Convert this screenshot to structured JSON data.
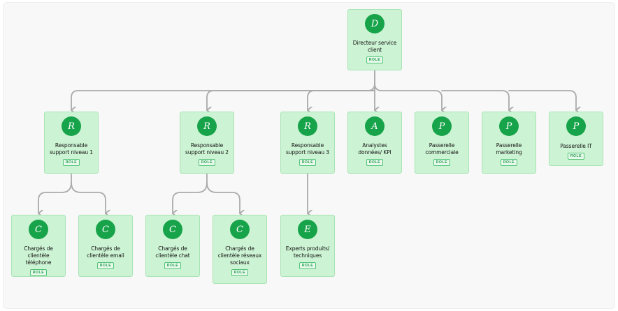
{
  "nodes": {
    "directeur": {
      "initial": "D",
      "name": "Directeur service client",
      "badge": "ROLE"
    },
    "resp1": {
      "initial": "R",
      "name": "Responsable support niveau 1",
      "badge": "ROLE"
    },
    "resp2": {
      "initial": "R",
      "name": "Responsable support niveau 2",
      "badge": "ROLE"
    },
    "resp3": {
      "initial": "R",
      "name": "Responsable support niveau 3",
      "badge": "ROLE"
    },
    "analystes": {
      "initial": "A",
      "name": "Analystes données/ KPI",
      "badge": "ROLE"
    },
    "pass_com": {
      "initial": "P",
      "name": "Passerelle commerciale",
      "badge": "ROLE"
    },
    "pass_mkt": {
      "initial": "P",
      "name": "Passerelle marketing",
      "badge": "ROLE"
    },
    "pass_it": {
      "initial": "P",
      "name": "Passerelle IT",
      "badge": "ROLE"
    },
    "ch_tel": {
      "initial": "C",
      "name": "Chargés de clientèle téléphone",
      "badge": "ROLE"
    },
    "ch_email": {
      "initial": "C",
      "name": "Chargés de clientèle email",
      "badge": "ROLE"
    },
    "ch_chat": {
      "initial": "C",
      "name": "Chargés de clientèle chat",
      "badge": "ROLE"
    },
    "ch_rs": {
      "initial": "C",
      "name": "Chargés de clientèle réseaux sociaux",
      "badge": "ROLE"
    },
    "experts": {
      "initial": "E",
      "name": "Experts produits/ techniques",
      "badge": "ROLE"
    }
  },
  "colors": {
    "node_fill": "#ccf3d3",
    "node_border": "#a8e4b4",
    "avatar": "#17a34a",
    "badge_text": "#1a9a48",
    "connector": "#aaaaaa"
  }
}
